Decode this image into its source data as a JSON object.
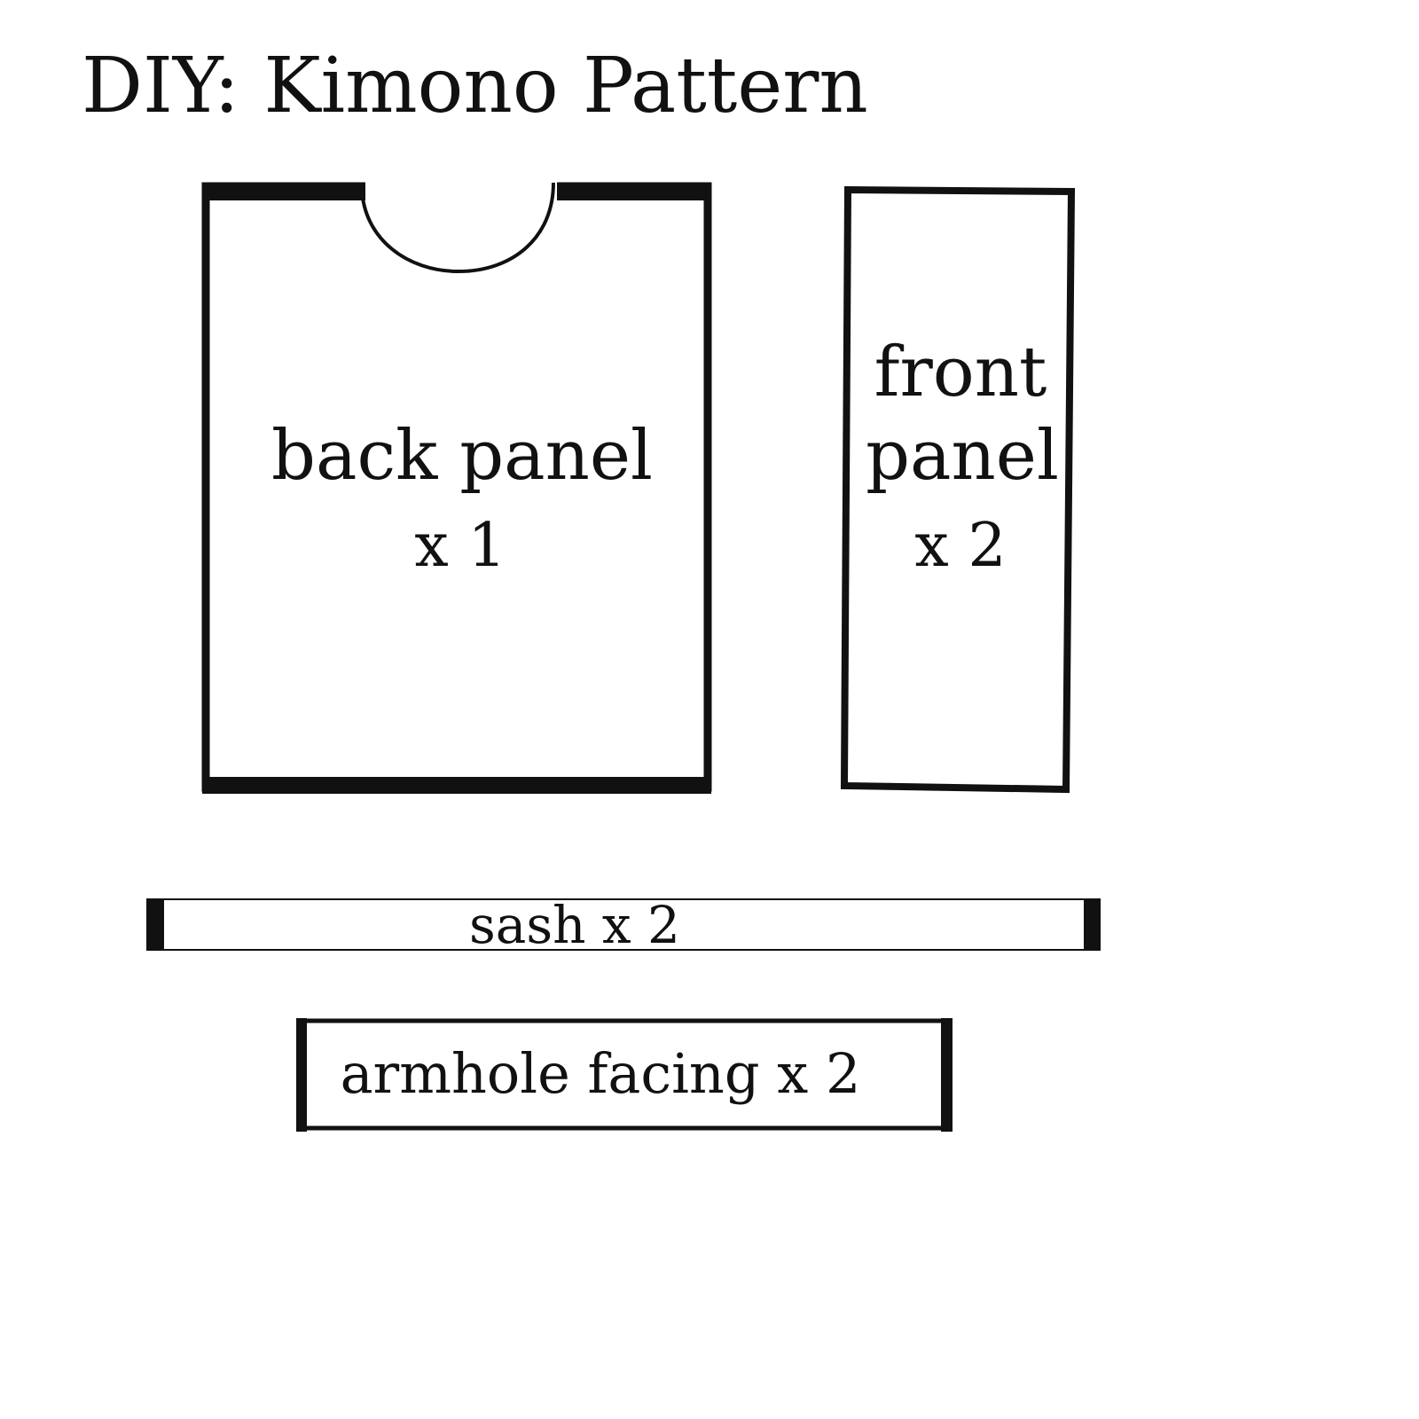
{
  "title": "DIY: Kimono Pattern",
  "colors": {
    "ink": "#111111",
    "paper": "#ffffff"
  },
  "pieces": {
    "back_panel": {
      "line1": "back panel",
      "line2": "x 1"
    },
    "front_panel": {
      "line1": "front",
      "line2": "panel",
      "line3": "x 2"
    },
    "sash": {
      "label": "sash x 2"
    },
    "armhole_facing": {
      "label": "armhole facing x 2"
    }
  }
}
